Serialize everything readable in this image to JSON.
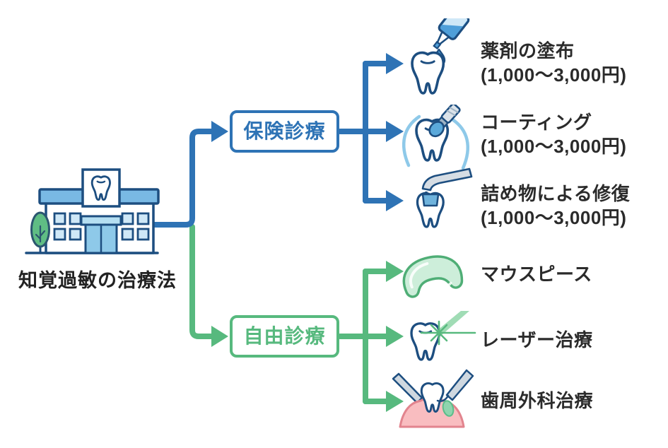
{
  "title": "知覚過敏の治療法",
  "colors": {
    "insurance_blue": "#2e73b5",
    "private_green": "#57b97e",
    "outline_navy": "#1d4e80",
    "light_blue_fill": "#8ec9e9",
    "gum_pink": "#f9bdc0",
    "text_dark": "#2b2b2b"
  },
  "root_icon": "dental-clinic-icon",
  "branches": [
    {
      "id": "insurance",
      "label": "保険診療",
      "color": "#2e73b5",
      "items": [
        {
          "icon": "tooth-medicine-icon",
          "title": "薬剤の塗布",
          "price": "(1,000〜3,000円)"
        },
        {
          "icon": "tooth-coating-icon",
          "title": "コーティング",
          "price": "(1,000〜3,000円)"
        },
        {
          "icon": "tooth-filling-icon",
          "title": "詰め物による修復",
          "price": "(1,000〜3,000円)"
        }
      ]
    },
    {
      "id": "private",
      "label": "自由診療",
      "color": "#57b97e",
      "items": [
        {
          "icon": "mouthpiece-icon",
          "title": "マウスピース"
        },
        {
          "icon": "tooth-laser-icon",
          "title": "レーザー治療"
        },
        {
          "icon": "tooth-surgery-icon",
          "title": "歯周外科治療"
        }
      ]
    }
  ]
}
